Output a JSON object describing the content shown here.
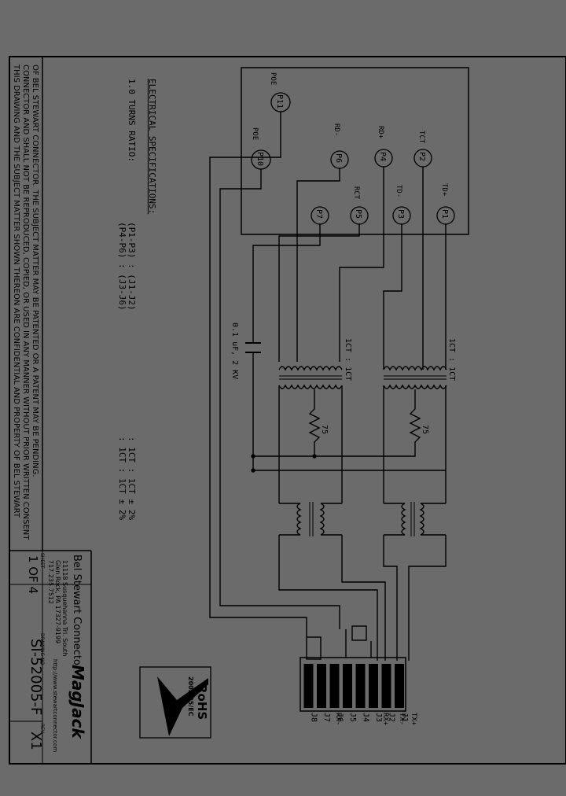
{
  "notice": {
    "line1": "THIS DRAWING AND THE SUBJECT MATTER SHOWN THEREON ARE CONFIDENTIAL AND PROPERTY OF BEL STEWART",
    "line2": "CONNECTOR AND SHALL NOT BE REPRODUCED, COPIED, OR USED IN ANY MANNER WITHOUT PRIOR WRITTEN CONSENT",
    "line3": "OF BEL STEWART CONNECTOR. THE SUBJECT MATTER MAY BE PATENTED OR A PATENT MAY BE PENDING."
  },
  "specs": {
    "title": "ELECTRICAL SPECIFICATIONS:",
    "turns_heading": "1.0 TURNS RATIO:",
    "row1_pins": "(P1-P3) : (J1-J2)",
    "row1_ratio": ": 1CT : 1CT ± 2%",
    "row2_pins": "(P4-P6) : (J3-J6)",
    "row2_ratio": ": 1CT : 1CT ± 2%"
  },
  "pins": {
    "p1": "P1",
    "p2": "P2",
    "p3": "P3",
    "p4": "P4",
    "p5": "P5",
    "p6": "P6",
    "p7": "P7",
    "p10": "P10",
    "p11": "P11"
  },
  "pin_labels": {
    "td_plus": "TD+",
    "tct": "TCT",
    "td_minus": "TD-",
    "rd_plus": "RD+",
    "rct": "RCT",
    "rd_minus": "RD-",
    "poe_a": "POE",
    "poe_b": "POE"
  },
  "components": {
    "ratio_top": "1CT : 1CT",
    "ratio_bottom": "1CT : 1CT",
    "resistor_top": "75",
    "resistor_bottom": "75",
    "capacitor": "0.1 uF, 2 KV"
  },
  "jack": {
    "pins": [
      "J1",
      "J2",
      "J3",
      "J4",
      "J5",
      "J6",
      "J7",
      "J8"
    ],
    "tx_plus": "TX+",
    "tx_minus": "TX-",
    "rx_plus": "RX+",
    "rx_minus": "RX-"
  },
  "title_block": {
    "company": "Bel Stewart Connector",
    "address1": "11118 Susquehanna Trl. South",
    "address2": "Glen Rock, PA 17327-9199",
    "phone": "717.235.7512",
    "sheet_label": "SHEET",
    "sheet_value": "1 OF 4",
    "drawing_label": "DRAWING NO.",
    "drawing_value": "SI-52005-F",
    "rev_label": "REV.",
    "rev_value": "X1",
    "brand": "MagJack",
    "website": "http://www.stewartconnector.com",
    "rohs": "RoHS",
    "rohs_directive": "2002/95/EC"
  },
  "colors": {
    "background": "#6b6b6b",
    "ink": "#000000"
  }
}
